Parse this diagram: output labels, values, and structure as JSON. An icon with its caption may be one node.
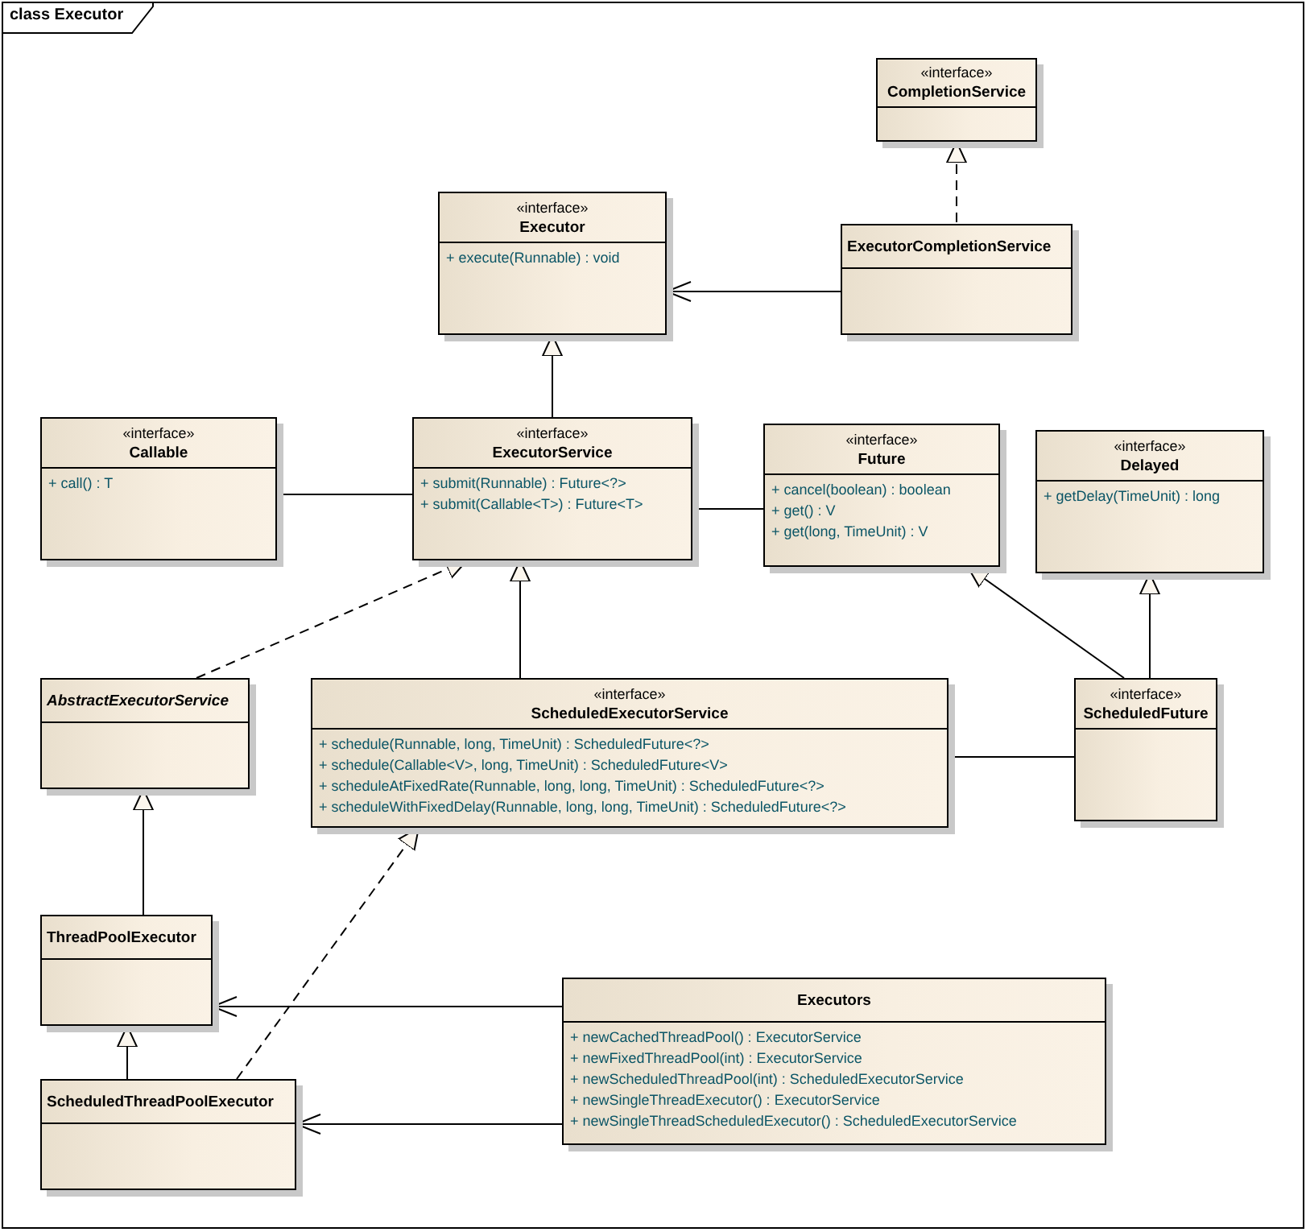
{
  "diagram": {
    "title": "class Executor",
    "nodes": [
      {
        "text": [
          "«interface»",
          "CompletionService"
        ]
      },
      {
        "text": [
          "«interface»",
          "Executor",
          "+ execute(Runnable) : void"
        ]
      },
      {
        "text": [
          "ExecutorCompletionService"
        ]
      },
      {
        "text": [
          "«interface»",
          "Callable",
          "+ call() : T"
        ]
      },
      {
        "text": [
          "«interface»",
          "ExecutorService",
          "+ submit(Runnable) : Future<?>",
          "+ submit(Callable<T>) : Future<T>"
        ]
      },
      {
        "text": [
          "«interface»",
          "Future",
          "+ cancel(boolean) : boolean",
          "+ get() : V",
          "+ get(long, TimeUnit) : V"
        ]
      },
      {
        "text": [
          "«interface»",
          "Delayed",
          "+ getDelay(TimeUnit) : long"
        ]
      },
      {
        "text": [
          "AbstractExecutorService"
        ]
      },
      {
        "text": [
          "«interface»",
          "ScheduledExecutorService",
          "+ schedule(Runnable, long, TimeUnit) : ScheduledFuture<?>",
          "+ schedule(Callable<V>, long, TimeUnit) : ScheduledFuture<V>",
          "+ scheduleAtFixedRate(Runnable, long, long, TimeUnit) : ScheduledFuture<?>",
          "+ scheduleWithFixedDelay(Runnable, long, long, TimeUnit) : ScheduledFuture<?>"
        ]
      },
      {
        "text": [
          "«interface»",
          "ScheduledFuture"
        ]
      },
      {
        "text": [
          "ThreadPoolExecutor"
        ]
      },
      {
        "text": [
          "Executors",
          "+ newCachedThreadPool() : ExecutorService",
          "+ newFixedThreadPool(int) : ExecutorService",
          "+ newScheduledThreadPool(int) : ScheduledExecutorService",
          "+ newSingleThreadExecutor() : ExecutorService",
          "+ newSingleThreadScheduledExecutor() : ScheduledExecutorService"
        ]
      },
      {
        "text": [
          "ScheduledThreadPoolExecutor"
        ]
      }
    ],
    "edges": [
      {
        "from": 2,
        "to": 0,
        "arrow": "to",
        "style": "dashed"
      },
      {
        "from": 2,
        "to": 1,
        "arrow": "to"
      },
      {
        "from": 4,
        "to": 1,
        "arrow": "to"
      },
      {
        "from": 3,
        "to": 4,
        "arrow": "none"
      },
      {
        "from": 4,
        "to": 5,
        "arrow": "none"
      },
      {
        "from": 7,
        "to": 4,
        "arrow": "to",
        "style": "dashed"
      },
      {
        "from": 8,
        "to": 4,
        "arrow": "to"
      },
      {
        "from": 9,
        "to": 5,
        "arrow": "to"
      },
      {
        "from": 9,
        "to": 6,
        "arrow": "to"
      },
      {
        "from": 8,
        "to": 9,
        "arrow": "none"
      },
      {
        "from": 10,
        "to": 7,
        "arrow": "to"
      },
      {
        "from": 12,
        "to": 10,
        "arrow": "to"
      },
      {
        "from": 12,
        "to": 8,
        "arrow": "to",
        "style": "dashed"
      },
      {
        "from": 11,
        "to": 10,
        "arrow": "to"
      },
      {
        "from": 11,
        "to": 12,
        "arrow": "to"
      }
    ]
  }
}
